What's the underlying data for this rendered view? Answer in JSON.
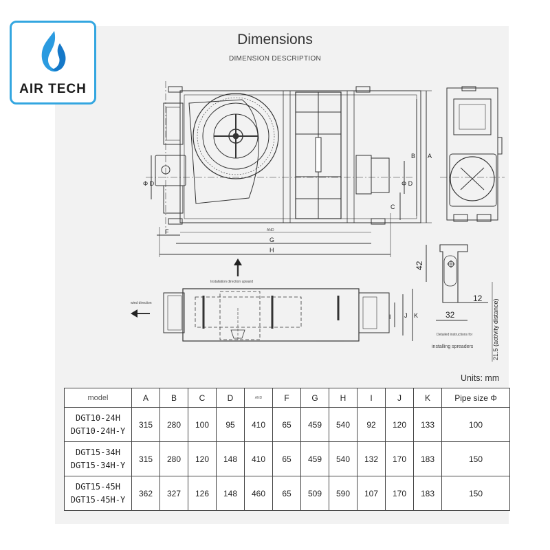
{
  "logo": {
    "brand": "AIR TECH",
    "accent": "#33a6e0"
  },
  "header": {
    "title": "Dimensions",
    "subtitle": "DIMENSION DESCRIPTION"
  },
  "drawing": {
    "top_view_labels": {
      "A": "A",
      "B": "B",
      "C": "C",
      "D_left": "Φ D",
      "D_right": "Φ D",
      "E": "AND",
      "F": "F",
      "G": "G",
      "H": "H"
    },
    "side_view_labels": {
      "I": "I",
      "J": "J",
      "K": "K",
      "install_direction": "Installation direction upward",
      "air_direction": "wind direction"
    },
    "bracket_labels": {
      "dim_42": "42",
      "dim_12": "12",
      "dim_32": "32",
      "activity": "21.5 (activity distance)",
      "note_line1": "Detailed instructions for",
      "note_line2": "installing spreaders"
    }
  },
  "units_label": "Units: mm",
  "table": {
    "headers": [
      "model",
      "A",
      "B",
      "C",
      "D",
      "AND",
      "F",
      "G",
      "H",
      "I",
      "J",
      "K",
      "Pipe size Φ"
    ],
    "rows": [
      {
        "models": [
          "DGT10-24H",
          "DGT10-24H-Y"
        ],
        "values": [
          "315",
          "280",
          "100",
          "95",
          "410",
          "65",
          "459",
          "540",
          "92",
          "120",
          "133",
          "100"
        ]
      },
      {
        "models": [
          "DGT15-34H",
          "DGT15-34H-Y"
        ],
        "values": [
          "315",
          "280",
          "120",
          "148",
          "410",
          "65",
          "459",
          "540",
          "132",
          "170",
          "183",
          "150"
        ]
      },
      {
        "models": [
          "DGT15-45H",
          "DGT15-45H-Y"
        ],
        "values": [
          "362",
          "327",
          "126",
          "148",
          "460",
          "65",
          "509",
          "590",
          "107",
          "170",
          "183",
          "150"
        ]
      }
    ]
  }
}
